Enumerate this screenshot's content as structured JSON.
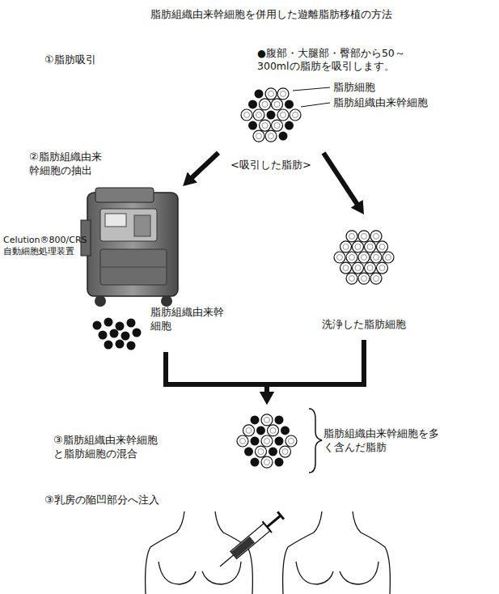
{
  "diagram": {
    "title": "脂肪組織由来幹細胞を併用した遊離脂肪移植の方法",
    "nodes": [
      {
        "text": [
          "<吸引した脂肪>"
        ]
      },
      {
        "text": [
          "Celution®800/CRS 自動細胞処理装置",
          "脂肪組織由来幹細胞"
        ]
      },
      {
        "text": [
          "洗浄した脂肪細胞"
        ]
      },
      {
        "text": [
          "脂肪組織由来幹細胞を多く含んだ脂肪"
        ]
      }
    ],
    "edges": [
      {
        "from": 0,
        "to": 1,
        "arrow": "to"
      },
      {
        "from": 0,
        "to": 2,
        "arrow": "to"
      },
      {
        "from": 1,
        "to": 3,
        "arrow": "to"
      },
      {
        "from": 2,
        "to": 3,
        "arrow": "to"
      }
    ],
    "labels": [
      "①脂肪吸引",
      "●腹部・大腿部・臀部から50～300mlの脂肪を吸引します。",
      "脂肪細胞",
      "脂肪組織由来幹細胞",
      "②脂肪組織由来幹細胞の抽出",
      "③脂肪組織由来幹細胞と脂肪細胞の混合",
      "③乳房の陥凹部分へ注入"
    ]
  }
}
